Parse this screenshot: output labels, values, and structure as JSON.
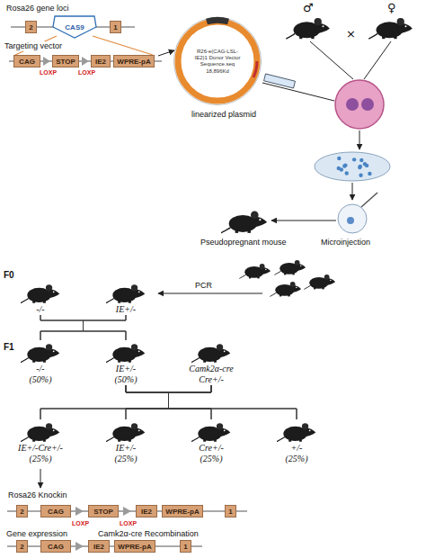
{
  "diagram": {
    "nodes": [
      {
        "text": [
          "2"
        ]
      },
      {
        "text": [
          "CAS9"
        ]
      },
      {
        "text": [
          "1"
        ]
      },
      {
        "text": [
          "CAG"
        ]
      },
      {
        "text": [
          "STOP"
        ]
      },
      {
        "text": [
          "IE2"
        ]
      },
      {
        "text": [
          "WPRE-pA"
        ]
      },
      {
        "text": [
          "R26-e(CAG-LSL-IE2)1 Donor Vector Sequence.seq",
          "18,896Kd"
        ]
      },
      {
        "text": [
          "-/-"
        ]
      },
      {
        "text": [
          "IE+/-"
        ]
      },
      {
        "text": [
          "-/-",
          "(50%)"
        ]
      },
      {
        "text": [
          "IE+/-",
          "(50%)"
        ]
      },
      {
        "text": [
          "Camk2α-cre",
          "Cre+/-"
        ]
      },
      {
        "text": [
          "IE+/-Cre+/-",
          "(25%)"
        ]
      },
      {
        "text": [
          "IE+/-",
          "(25%)"
        ]
      },
      {
        "text": [
          "Cre+/-",
          "(25%)"
        ]
      },
      {
        "text": [
          "+/-",
          "(25%)"
        ]
      },
      {
        "text": [
          "2"
        ]
      },
      {
        "text": [
          "CAG"
        ]
      },
      {
        "text": [
          "STOP"
        ]
      },
      {
        "text": [
          "IE2"
        ]
      },
      {
        "text": [
          "WPRE-pA"
        ]
      },
      {
        "text": [
          "1"
        ]
      },
      {
        "text": [
          "2"
        ]
      },
      {
        "text": [
          "CAG"
        ]
      },
      {
        "text": [
          "IE2"
        ]
      },
      {
        "text": [
          "WPRE-pA"
        ]
      },
      {
        "text": [
          "1"
        ]
      }
    ],
    "edges": [
      {
        "from": 8,
        "to": 10,
        "arrow": "none"
      },
      {
        "from": 8,
        "to": 11,
        "arrow": "none"
      },
      {
        "from": 9,
        "to": 10,
        "arrow": "none"
      },
      {
        "from": 9,
        "to": 11,
        "arrow": "none"
      },
      {
        "from": 11,
        "to": 13,
        "arrow": "none"
      },
      {
        "from": 11,
        "to": 14,
        "arrow": "none"
      },
      {
        "from": 11,
        "to": 15,
        "arrow": "none"
      },
      {
        "from": 11,
        "to": 16,
        "arrow": "none"
      },
      {
        "from": 12,
        "to": 13,
        "arrow": "none"
      },
      {
        "from": 12,
        "to": 14,
        "arrow": "none"
      },
      {
        "from": 12,
        "to": 15,
        "arrow": "none"
      },
      {
        "from": 12,
        "to": 16,
        "arrow": "none"
      }
    ],
    "labels": [
      "Rosa26 gene loci",
      "Targeting vector",
      "LOXP",
      "LOXP",
      "linearized plasmid",
      "♂",
      "♀",
      "×",
      "Pseudopregnant mouse",
      "Microinjection",
      "F0",
      "PCR",
      "F1",
      "Rosa26 Knockin",
      "LOXP",
      "LOXP",
      "Gene expression",
      "Camk2α-cre Recombination"
    ]
  }
}
